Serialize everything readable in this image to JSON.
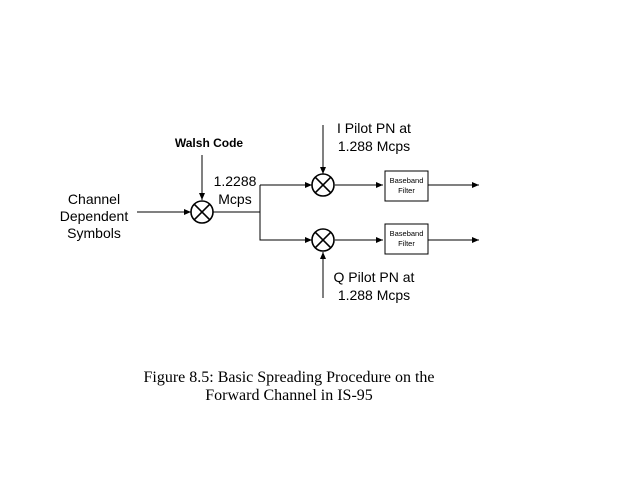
{
  "diagram": {
    "input_label": [
      "Channel",
      "Dependent",
      "Symbols"
    ],
    "walsh_label": "Walsh Code",
    "rate_label": [
      "1.2288",
      "Mcps"
    ],
    "i_pilot_label": [
      "I Pilot PN at",
      "1.288 Mcps"
    ],
    "q_pilot_label": [
      "Q Pilot PN at",
      "1.288 Mcps"
    ],
    "filter_top_label": [
      "Baseband",
      "Filter"
    ],
    "filter_bottom_label": [
      "Baseband",
      "Filter"
    ],
    "caption": [
      "Figure 8.5: Basic Spreading Procedure on the",
      "Forward Channel in IS-95"
    ]
  }
}
